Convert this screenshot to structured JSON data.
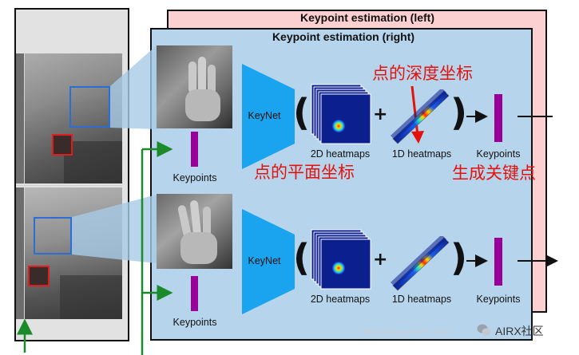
{
  "panel_left_title": "Keypoint estimation (left)",
  "panel_right_title": "Keypoint estimation (right)",
  "network_label": "KeyNet",
  "labels": {
    "keypoints": "Keypoints",
    "heatmaps_2d": "2D heatmaps",
    "heatmaps_1d": "1D heatmaps"
  },
  "annotations": {
    "depth_coords": "点的深度坐标",
    "plane_coords": "点的平面坐标",
    "generate_keypoints": "生成关键点"
  },
  "symbols": {
    "paren_open": "(",
    "paren_close": ")",
    "plus": "+"
  },
  "watermark": "https://blog.csdn.net/",
  "brand": "AIRX社区",
  "colors": {
    "left_panel_bg": "#fcd0d1",
    "right_panel_bg": "#b6d5ec",
    "keynet": "#1aa3ee",
    "keypoint_bar": "#990099",
    "annotation_red": "#e3120b",
    "arrow_green": "#1a8a2a",
    "bbox_blue": "#2b6fd6",
    "bbox_red": "#e01c1c",
    "heatmap_dark": "#0c1f8f"
  }
}
